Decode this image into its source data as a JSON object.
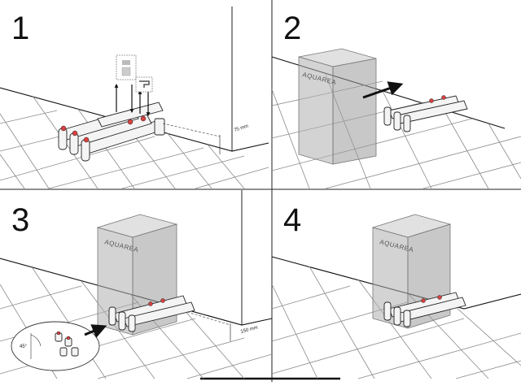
{
  "steps": [
    {
      "number": "1"
    },
    {
      "number": "2",
      "unit_label": "AQUAREA"
    },
    {
      "number": "3",
      "unit_label": "AQUAREA",
      "clearance": "150 mm",
      "angle": "45°"
    },
    {
      "number": "4",
      "unit_label": "AQUAREA"
    }
  ],
  "dimensions": {
    "wall_gap": "75 mm"
  },
  "icons": [
    "shower-icon",
    "tap-icon"
  ]
}
